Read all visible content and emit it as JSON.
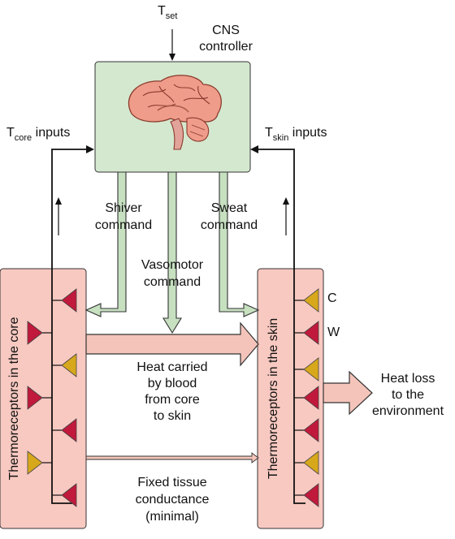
{
  "cns": {
    "title_line1": "CNS",
    "title_line2": "controller",
    "t_set_main": "T",
    "t_set_sub": "set",
    "t_core_main": "T",
    "t_core_sub": "core",
    "t_core_rest": " inputs",
    "t_skin_main": "T",
    "t_skin_sub": "skin",
    "t_skin_rest": " inputs"
  },
  "commands": {
    "shiver_line1": "Shiver",
    "shiver_line2": "command",
    "sweat_line1": "Sweat",
    "sweat_line2": "command",
    "vasomotor_line1": "Vasomotor",
    "vasomotor_line2": "command"
  },
  "core_panel": {
    "label": "Thermoreceptors in the core"
  },
  "skin_panel": {
    "label": "Thermoreceptors in the skin",
    "legend_cold": "C",
    "legend_warm": "W"
  },
  "flows": {
    "blood_line1": "Heat carried",
    "blood_line2": "by blood",
    "blood_line3": "from core",
    "blood_line4": "to skin",
    "conduct_line1": "Fixed tissue",
    "conduct_line2": "conductance",
    "conduct_line3": "(minimal)",
    "loss_line1": "Heat loss",
    "loss_line2": "to the",
    "loss_line3": "environment"
  },
  "colors": {
    "cns_box": "#d4e8cf",
    "panel": "#f8c9c1",
    "warm_receptor": "#c0193b",
    "cold_receptor": "#d8a81c",
    "arrow_fill": "#f4c4ba",
    "command_fill": "#c6e0c0"
  }
}
